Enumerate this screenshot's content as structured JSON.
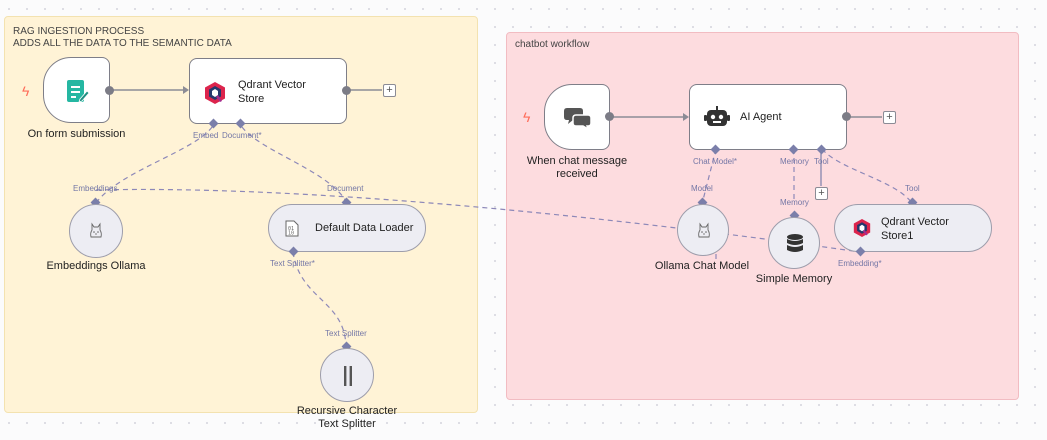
{
  "stickies": {
    "rag": {
      "line1": "RAG INGESTION PROCESS",
      "line2": "ADDS ALL THE DATA TO THE SEMANTIC DATA",
      "color": "#fff3d6"
    },
    "chatbot": {
      "label": "chatbot workflow",
      "color": "#fddcdf"
    }
  },
  "nodes": {
    "form": {
      "caption": "On form submission"
    },
    "qdrant": {
      "title": "Qdrant Vector\nStore"
    },
    "embeddings_ollama": {
      "caption": "Embeddings Ollama"
    },
    "data_loader": {
      "title": "Default Data Loader"
    },
    "splitter": {
      "caption": "Recursive Character\nText Splitter"
    },
    "chat_trigger": {
      "caption": "When chat message\nreceived"
    },
    "ai_agent": {
      "title": "AI Agent"
    },
    "ollama_chat": {
      "caption": "Ollama Chat Model"
    },
    "memory": {
      "caption": "Simple Memory"
    },
    "qdrant1": {
      "title": "Qdrant Vector\nStore1"
    }
  },
  "ports": {
    "embeddings_in": "Embed",
    "document_in": "Document*",
    "embeddings_out": "Embeddings",
    "document_out": "Document",
    "text_splitter_in": "Text Splitter*",
    "text_splitter_out": "Text Splitter",
    "chat_model_in": "Chat Model*",
    "memory_in": "Memory",
    "tool_in": "Tool",
    "model_out": "Model",
    "memory_out": "Memory",
    "tool_out": "Tool",
    "embedding_in": "Embedding*"
  },
  "colors": {
    "trigger_bolt": "#ff6d5a",
    "dashed_edge": "#8d88b8",
    "port": "#7b7faa"
  }
}
